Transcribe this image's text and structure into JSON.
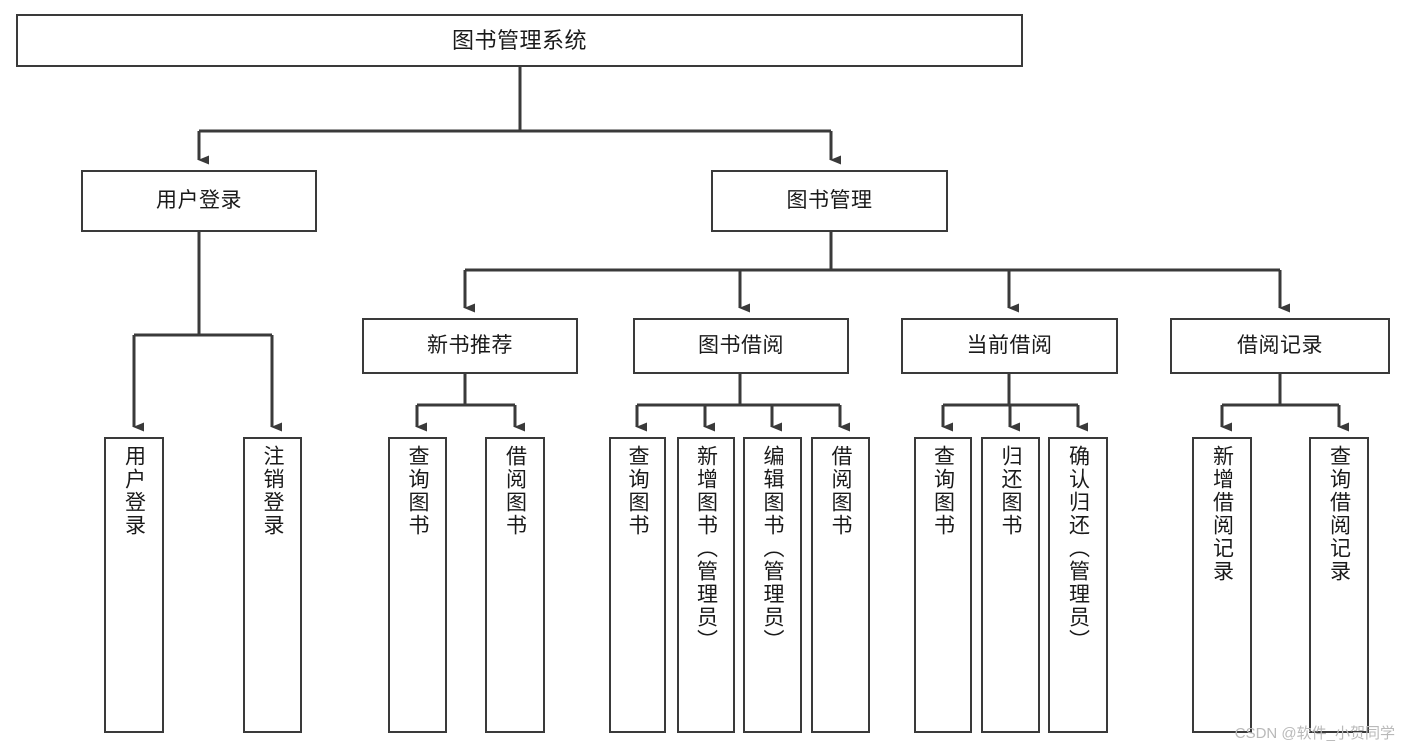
{
  "diagram": {
    "type": "tree",
    "title": "图书管理系统",
    "orientation": "top-down",
    "colors": {
      "box_border": "#3a3a3a",
      "box_fill": "#ffffff",
      "connector": "#3a3a3a",
      "text": "#1a1a1a",
      "watermark": "#b9b9b9"
    },
    "root": {
      "label": "图书管理系统"
    },
    "level2": [
      {
        "label": "用户登录"
      },
      {
        "label": "图书管理"
      }
    ],
    "level3": [
      {
        "label": "新书推荐"
      },
      {
        "label": "图书借阅"
      },
      {
        "label": "当前借阅"
      },
      {
        "label": "借阅记录"
      }
    ],
    "leaves": {
      "user_login": [
        {
          "label": "用户登录"
        },
        {
          "label": "注销登录"
        }
      ],
      "new_book": [
        {
          "label": "查询图书"
        },
        {
          "label": "借阅图书"
        }
      ],
      "book_borrow": [
        {
          "label": "查询图书"
        },
        {
          "label": "新增图书（管理员）"
        },
        {
          "label": "编辑图书（管理员）"
        },
        {
          "label": "借阅图书"
        }
      ],
      "current_borrow": [
        {
          "label": "查询图书"
        },
        {
          "label": "归还图书"
        },
        {
          "label": "确认归还（管理员）"
        }
      ],
      "borrow_record": [
        {
          "label": "新增借阅记录"
        },
        {
          "label": "查询借阅记录"
        }
      ]
    }
  },
  "watermark": {
    "text": "CSDN @软件_小贺同学"
  }
}
